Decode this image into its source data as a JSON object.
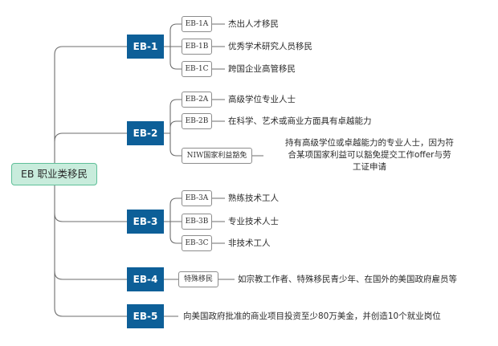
{
  "root": {
    "label": "EB 职业类移民"
  },
  "categories": [
    {
      "label": "EB-1",
      "items": [
        {
          "code": "EB-1A",
          "desc": "杰出人才移民"
        },
        {
          "code": "EB-1B",
          "desc": "优秀学术研究人员移民"
        },
        {
          "code": "EB-1C",
          "desc": "跨国企业高管移民"
        }
      ]
    },
    {
      "label": "EB-2",
      "items": [
        {
          "code": "EB-2A",
          "desc": "高级学位专业人士"
        },
        {
          "code": "EB-2B",
          "desc": "在科学、艺术或商业方面具有卓越能力"
        },
        {
          "code": "NIW国家利益豁免",
          "desc_lines": [
            "持有高级学位或卓越能力的专业人士，因为符",
            "合某项国家利益可以豁免提交工作offer与劳",
            "工证申请"
          ]
        }
      ]
    },
    {
      "label": "EB-3",
      "items": [
        {
          "code": "EB-3A",
          "desc": "熟练技术工人"
        },
        {
          "code": "EB-3B",
          "desc": "专业技术人士"
        },
        {
          "code": "EB-3C",
          "desc": "非技术工人"
        }
      ]
    },
    {
      "label": "EB-4",
      "items": [
        {
          "code": "特殊移民",
          "desc": "如宗教工作者、特殊移民青少年、在国外的美国政府雇员等"
        }
      ]
    },
    {
      "label": "EB-5",
      "desc": "向美国政府批准的商业项目投资至少80万美金，并创造10个就业岗位"
    }
  ]
}
